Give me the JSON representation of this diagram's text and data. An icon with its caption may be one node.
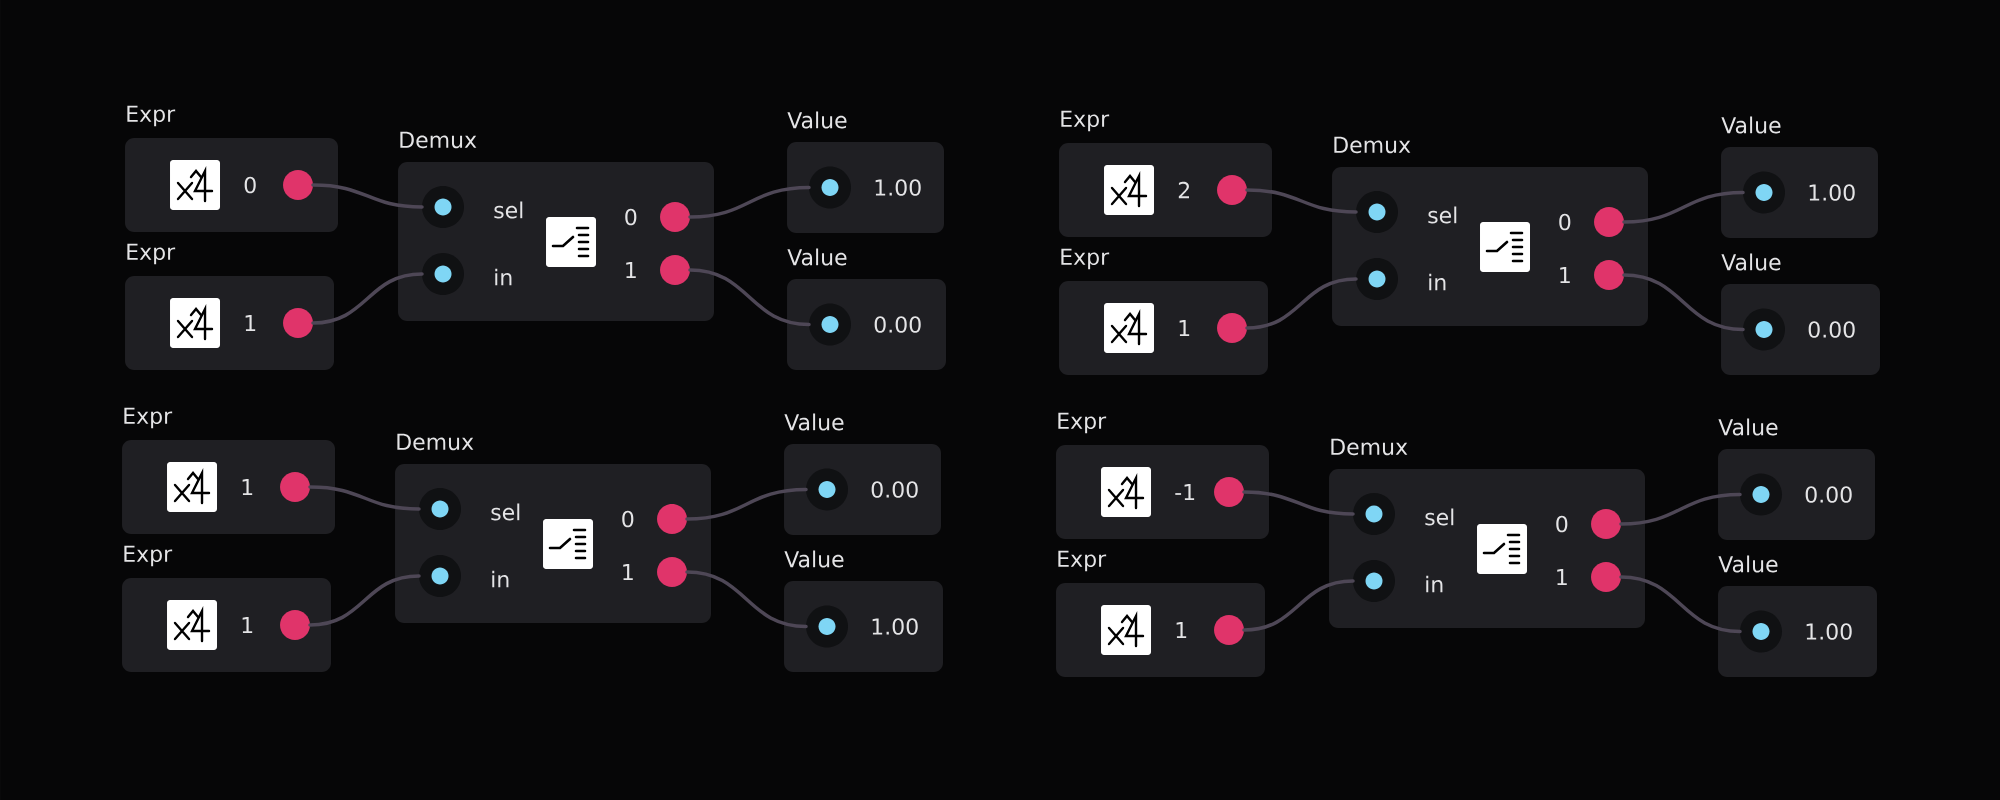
{
  "diagram": {
    "nodes": [
      {
        "text": [
          "Expr",
          "0"
        ]
      },
      {
        "text": [
          "Expr",
          "1"
        ]
      },
      {
        "text": [
          "Demux",
          "sel",
          "in",
          "0",
          "1"
        ]
      },
      {
        "text": [
          "Value",
          "1.00"
        ]
      },
      {
        "text": [
          "Value",
          "0.00"
        ]
      },
      {
        "text": [
          "Expr",
          "2"
        ]
      },
      {
        "text": [
          "Expr",
          "1"
        ]
      },
      {
        "text": [
          "Demux",
          "sel",
          "in",
          "0",
          "1"
        ]
      },
      {
        "text": [
          "Value",
          "1.00"
        ]
      },
      {
        "text": [
          "Value",
          "0.00"
        ]
      },
      {
        "text": [
          "Expr",
          "1"
        ]
      },
      {
        "text": [
          "Expr",
          "1"
        ]
      },
      {
        "text": [
          "Demux",
          "sel",
          "in",
          "0",
          "1"
        ]
      },
      {
        "text": [
          "Value",
          "0.00"
        ]
      },
      {
        "text": [
          "Value",
          "1.00"
        ]
      },
      {
        "text": [
          "Expr",
          "-1"
        ]
      },
      {
        "text": [
          "Expr",
          "1"
        ]
      },
      {
        "text": [
          "Demux",
          "sel",
          "in",
          "0",
          "1"
        ]
      },
      {
        "text": [
          "Value",
          "0.00"
        ]
      },
      {
        "text": [
          "Value",
          "1.00"
        ]
      }
    ],
    "edges": [
      {
        "from": 0,
        "to": 2,
        "arrow": "none"
      },
      {
        "from": 1,
        "to": 2,
        "arrow": "none"
      },
      {
        "from": 2,
        "to": 3,
        "arrow": "none"
      },
      {
        "from": 2,
        "to": 4,
        "arrow": "none"
      },
      {
        "from": 5,
        "to": 7,
        "arrow": "none"
      },
      {
        "from": 6,
        "to": 7,
        "arrow": "none"
      },
      {
        "from": 7,
        "to": 8,
        "arrow": "none"
      },
      {
        "from": 7,
        "to": 9,
        "arrow": "none"
      },
      {
        "from": 10,
        "to": 12,
        "arrow": "none"
      },
      {
        "from": 11,
        "to": 12,
        "arrow": "none"
      },
      {
        "from": 12,
        "to": 13,
        "arrow": "none"
      },
      {
        "from": 12,
        "to": 14,
        "arrow": "none"
      },
      {
        "from": 15,
        "to": 17,
        "arrow": "none"
      },
      {
        "from": 16,
        "to": 17,
        "arrow": "none"
      },
      {
        "from": 17,
        "to": 18,
        "arrow": "none"
      },
      {
        "from": 17,
        "to": 19,
        "arrow": "none"
      }
    ]
  }
}
